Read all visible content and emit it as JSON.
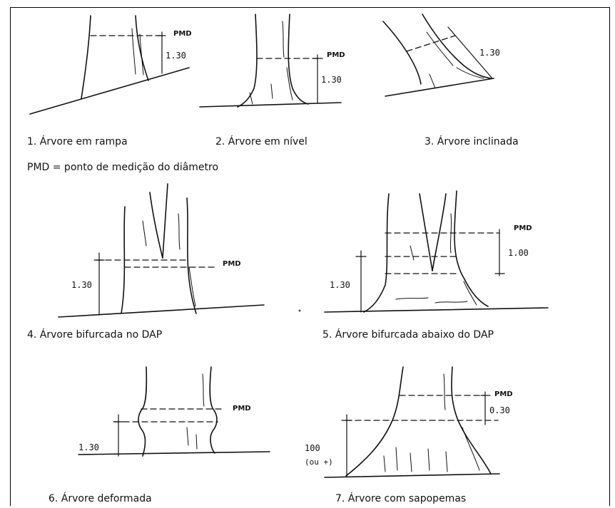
{
  "captions": {
    "c1": "1. Árvore em rampa",
    "c2": "2. Árvore em nível",
    "c3": "3. Árvore inclinada",
    "c4": "4. Árvore bifurcada no DAP",
    "c5": "5. Árvore bifurcada abaixo do DAP",
    "c6": "6. Árvore deformada",
    "c7": "7. Árvore com sapopemas"
  },
  "legend": "PMD = ponto de medição do diâmetro",
  "tags": {
    "pmd": "PMD",
    "h130": "1.30",
    "h100": "1.00",
    "h030": "0.30",
    "h100cm": "100",
    "ou_mais": "(ou +)"
  }
}
